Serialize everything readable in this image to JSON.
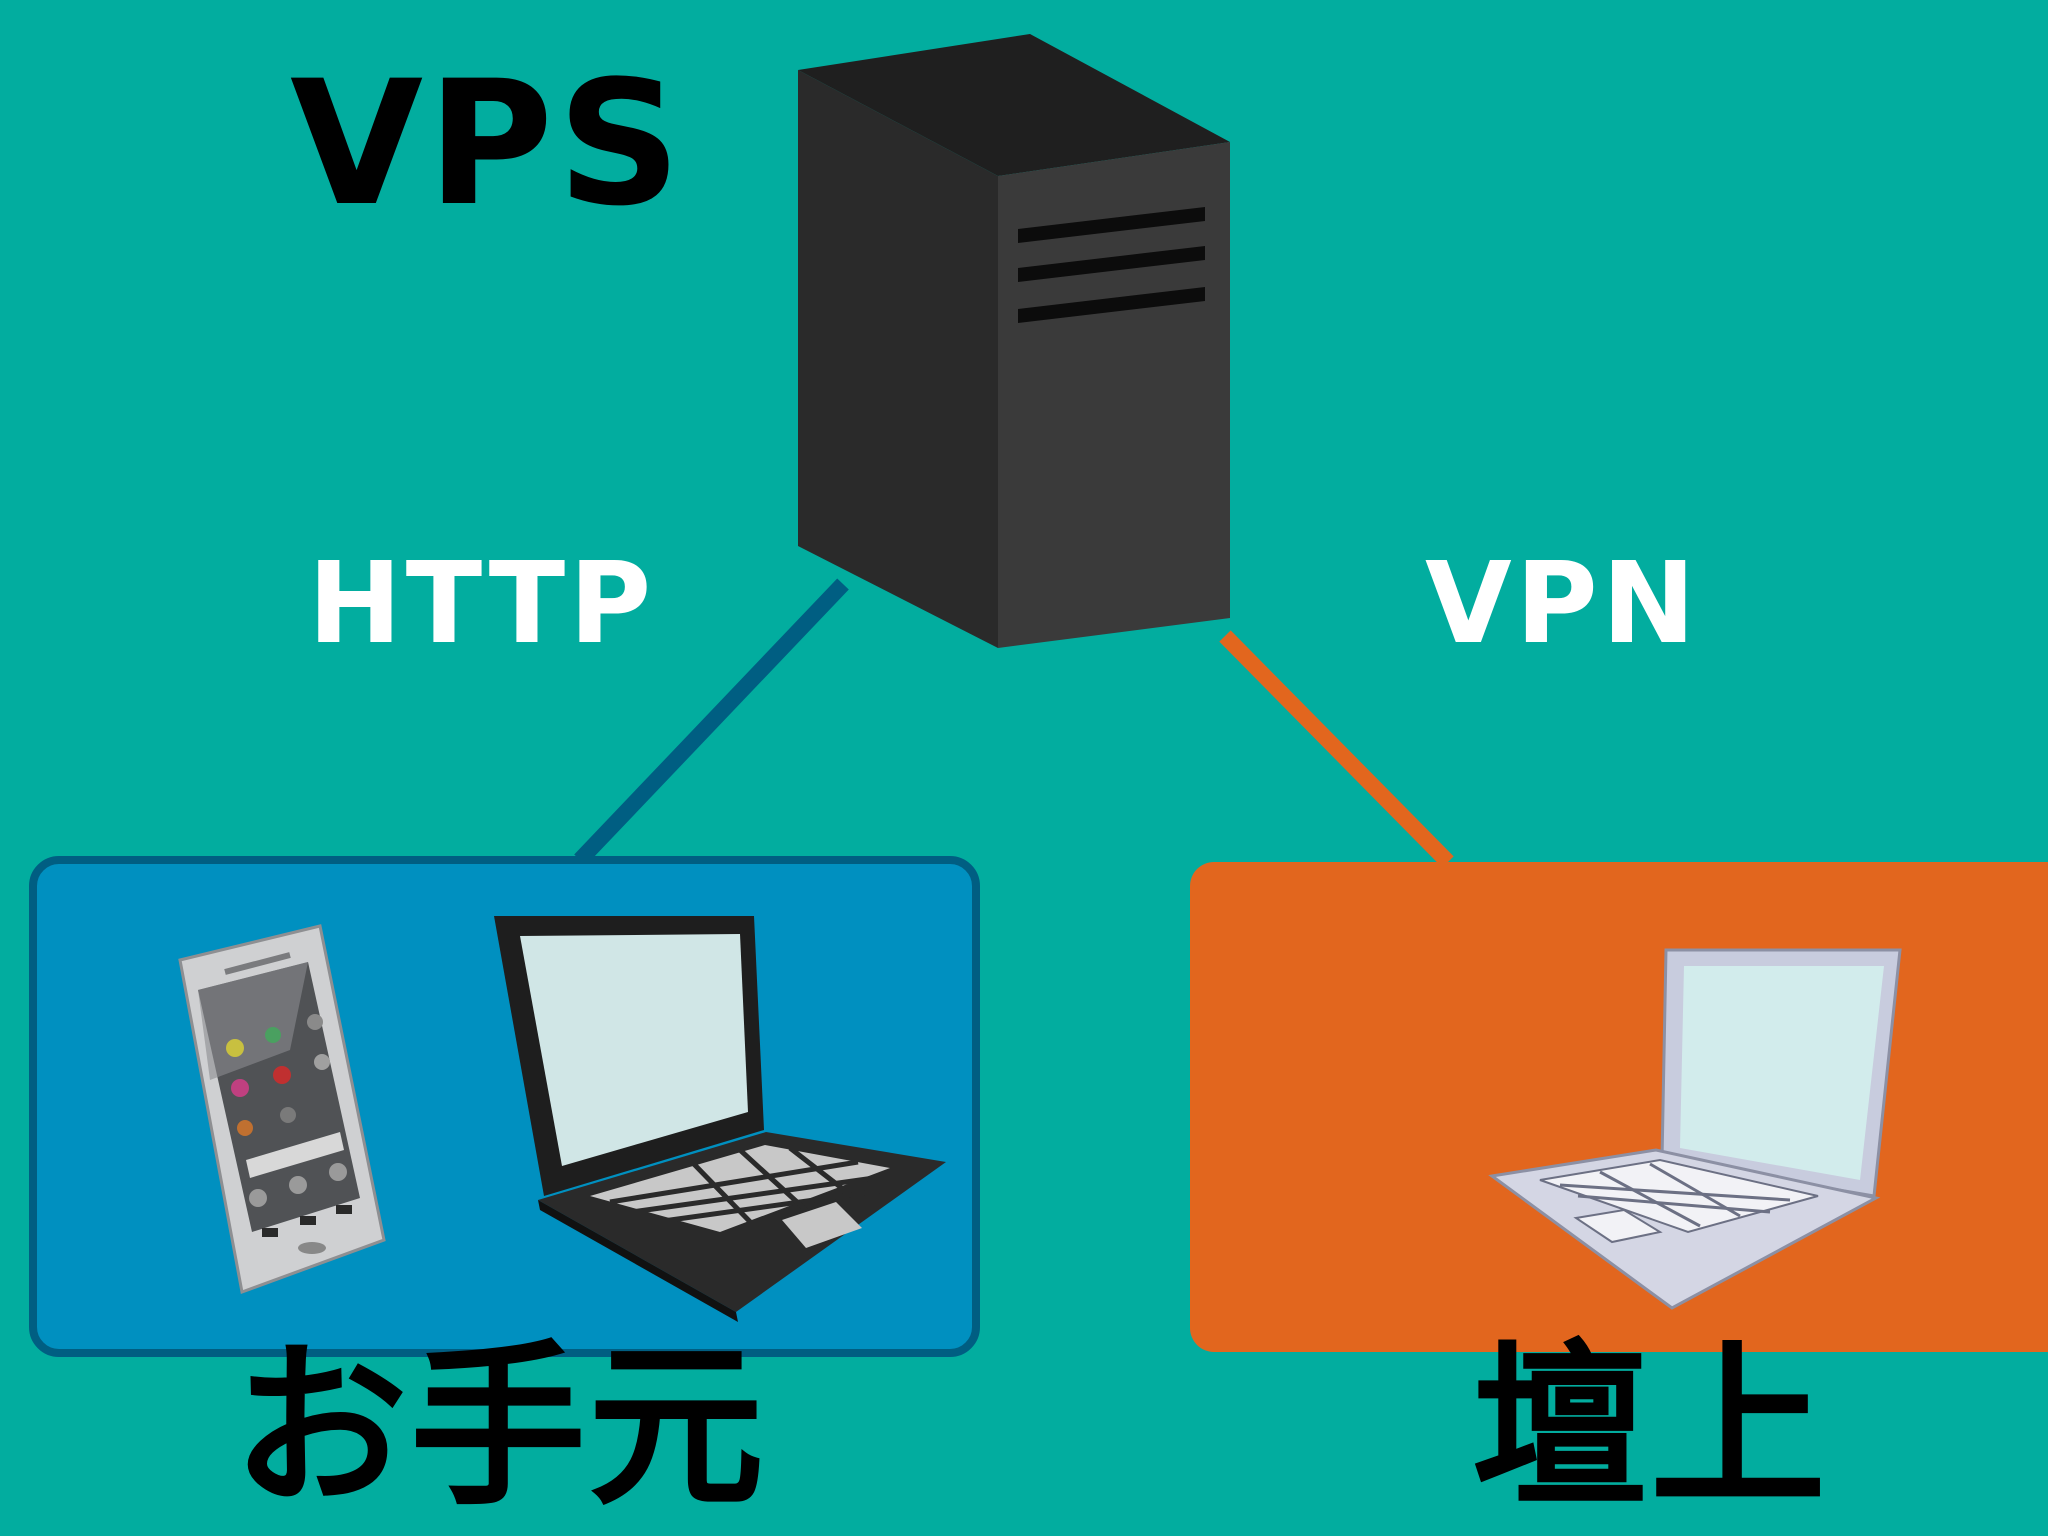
{
  "vps": {
    "label": "VPS",
    "icon": "server-tower-icon"
  },
  "links": [
    {
      "label": "HTTP",
      "color": "#005e82"
    },
    {
      "label": "VPN",
      "color": "#e2661e"
    }
  ],
  "groups": [
    {
      "label": "お手元",
      "color": "#0090c0",
      "border": "#005e82",
      "devices": [
        "smartphone-icon",
        "laptop-icon"
      ]
    },
    {
      "label": "壇上",
      "color": "#e2661e",
      "devices": [
        "laptop-icon"
      ]
    }
  ],
  "background": "#02ad9f"
}
